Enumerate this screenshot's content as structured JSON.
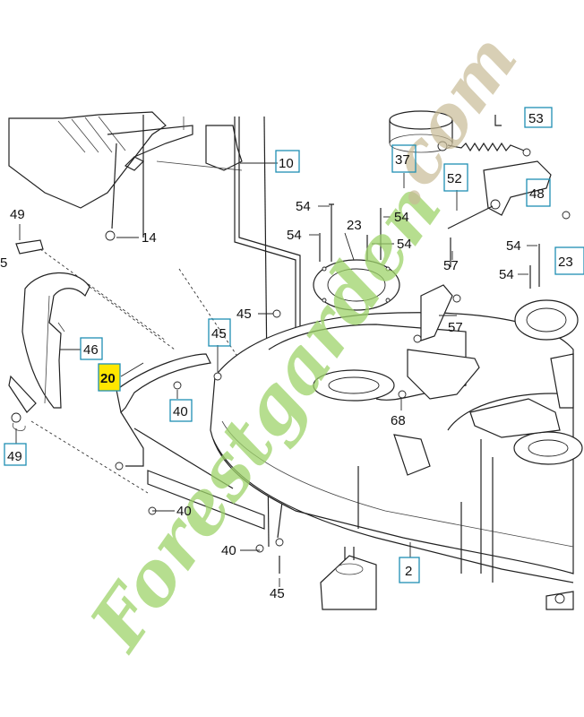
{
  "diagram": {
    "callouts": [
      {
        "id": "c10",
        "text": "10",
        "boxed": true
      },
      {
        "id": "c14",
        "text": "14",
        "boxed": false
      },
      {
        "id": "c49a",
        "text": "49",
        "boxed": false
      },
      {
        "id": "c46",
        "text": "46",
        "boxed": true
      },
      {
        "id": "c20",
        "text": "20",
        "boxed": true,
        "highlighted": true
      },
      {
        "id": "c40a",
        "text": "40",
        "boxed": true
      },
      {
        "id": "c49b",
        "text": "49",
        "boxed": true
      },
      {
        "id": "c40b",
        "text": "40",
        "boxed": false
      },
      {
        "id": "c40c",
        "text": "40",
        "boxed": false
      },
      {
        "id": "c45a",
        "text": "45",
        "boxed": false
      },
      {
        "id": "c45b",
        "text": "45",
        "boxed": true
      },
      {
        "id": "c45c",
        "text": "45",
        "boxed": false
      },
      {
        "id": "c37",
        "text": "37",
        "boxed": true
      },
      {
        "id": "c52",
        "text": "52",
        "boxed": true
      },
      {
        "id": "c48",
        "text": "48",
        "boxed": true
      },
      {
        "id": "c54a",
        "text": "54",
        "boxed": false
      },
      {
        "id": "c54b",
        "text": "54",
        "boxed": false
      },
      {
        "id": "c54c",
        "text": "54",
        "boxed": false
      },
      {
        "id": "c54d",
        "text": "54",
        "boxed": false
      },
      {
        "id": "c54e",
        "text": "54",
        "boxed": false
      },
      {
        "id": "c54f",
        "text": "54",
        "boxed": false
      },
      {
        "id": "c23a",
        "text": "23",
        "boxed": false
      },
      {
        "id": "c23b",
        "text": "23",
        "boxed": true
      },
      {
        "id": "c57a",
        "text": "57",
        "boxed": false
      },
      {
        "id": "c57b",
        "text": "57",
        "boxed": false
      },
      {
        "id": "c68",
        "text": "68",
        "boxed": false
      },
      {
        "id": "c2",
        "text": "2",
        "boxed": true
      },
      {
        "id": "c5",
        "text": "5",
        "boxed": false
      },
      {
        "id": "c53",
        "text": "53",
        "boxed": true
      }
    ],
    "watermark": {
      "text_lower": "Forestgarden",
      "text_upper": ".com",
      "colors": {
        "green": "#9ed36a",
        "tan": "#c8ba96"
      }
    },
    "highlight_color": "#ffe600",
    "box_color": "#1f8fb3"
  }
}
